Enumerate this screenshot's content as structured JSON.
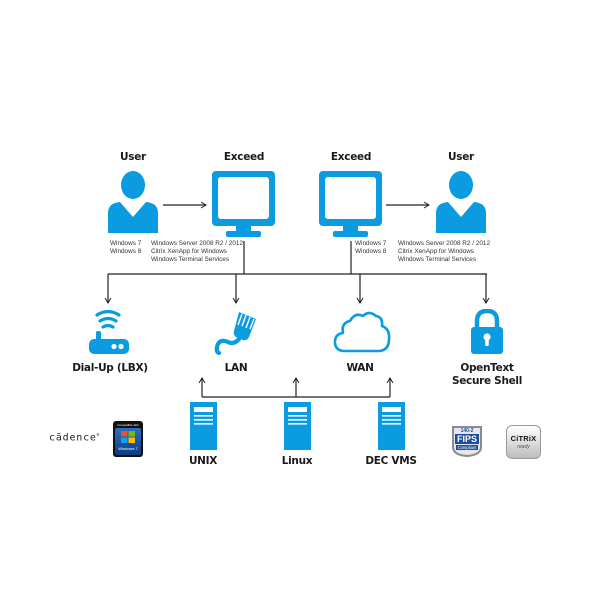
{
  "colors": {
    "icon_blue": "#0a9be0",
    "line": "#222222"
  },
  "top_row": {
    "user_left": {
      "label": "User",
      "os": [
        "Windows 7",
        "Windows 8"
      ]
    },
    "exceed_left": {
      "label": "Exceed",
      "platforms": [
        "Windows Server 2008 R2 / 2012",
        "Citrix XenApp for Windows",
        "Windows Terminal Services"
      ]
    },
    "exceed_right": {
      "label": "Exceed",
      "os": [
        "Windows 7",
        "Windows 8"
      ]
    },
    "user_right": {
      "label": "User",
      "platforms": [
        "Windows Server 2008 R2 / 2012",
        "Citrix XenApp for Windows",
        "Windows Terminal Services"
      ]
    }
  },
  "connections": [
    {
      "label": "Dial-Up (LBX)",
      "icon": "router-icon"
    },
    {
      "label": "LAN",
      "icon": "ethernet-cable-icon"
    },
    {
      "label": "WAN",
      "icon": "cloud-icon"
    },
    {
      "label": "OpenText",
      "label2": "Secure Shell",
      "icon": "lock-icon"
    }
  ],
  "hosts": [
    {
      "label": "UNIX",
      "icon": "server-icon"
    },
    {
      "label": "Linux",
      "icon": "server-icon"
    },
    {
      "label": "DEC VMS",
      "icon": "server-icon"
    }
  ],
  "badges": {
    "cadence": "cādence",
    "cadence_mark": "®",
    "windows7_top": "Compatible with",
    "windows7_bottom": "Windows 7",
    "fips_top": "140-2",
    "fips_main": "FIPS",
    "fips_bottom": "Compliant",
    "citrix_main": "CiTRiX",
    "citrix_sub": "ready"
  }
}
